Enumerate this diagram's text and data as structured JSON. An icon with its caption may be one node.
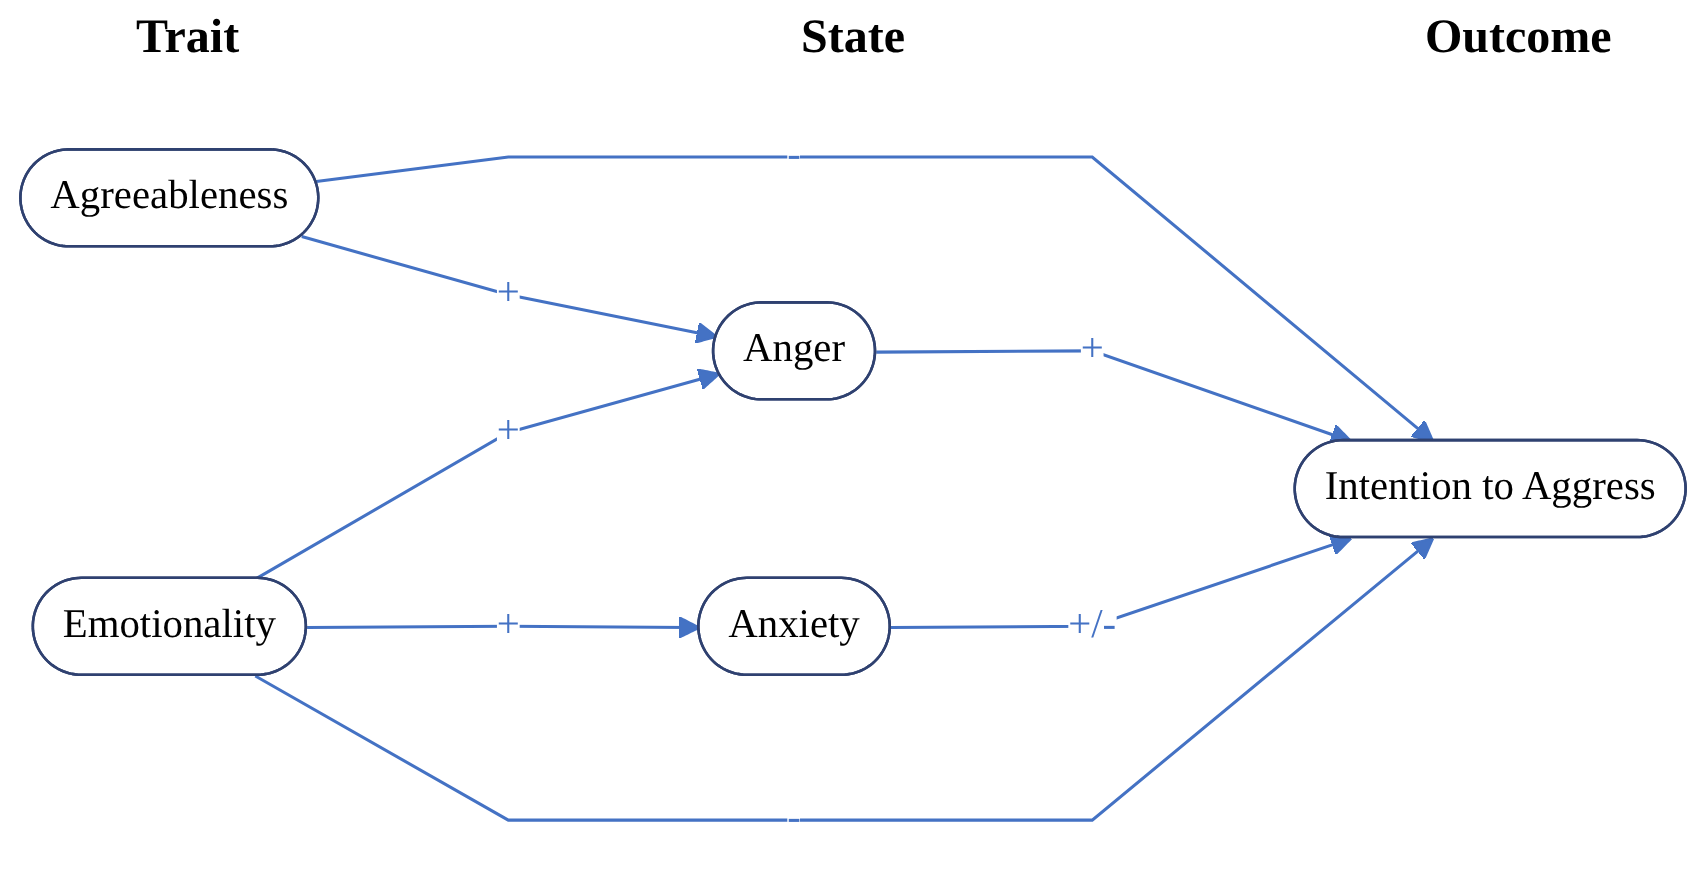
{
  "diagram": {
    "nodes": [
      {
        "text": [
          "Agreeableness"
        ]
      },
      {
        "text": [
          "Anger"
        ]
      },
      {
        "text": [
          "Intention to Aggress"
        ]
      },
      {
        "text": [
          "Emotionality"
        ]
      },
      {
        "text": [
          "Anxiety"
        ]
      }
    ],
    "edges": [
      {
        "from": 0,
        "to": 2,
        "arrow": "to",
        "label": "-"
      },
      {
        "from": 0,
        "to": 1,
        "arrow": "to",
        "label": "+"
      },
      {
        "from": 1,
        "to": 2,
        "arrow": "to",
        "label": "+"
      },
      {
        "from": 3,
        "to": 1,
        "arrow": "to",
        "label": "+"
      },
      {
        "from": 3,
        "to": 4,
        "arrow": "to",
        "label": "+"
      },
      {
        "from": 4,
        "to": 2,
        "arrow": "to",
        "label": "+/-"
      },
      {
        "from": 3,
        "to": 2,
        "arrow": "to",
        "label": "-"
      }
    ],
    "labels": [
      "Trait",
      "State",
      "Outcome"
    ]
  }
}
